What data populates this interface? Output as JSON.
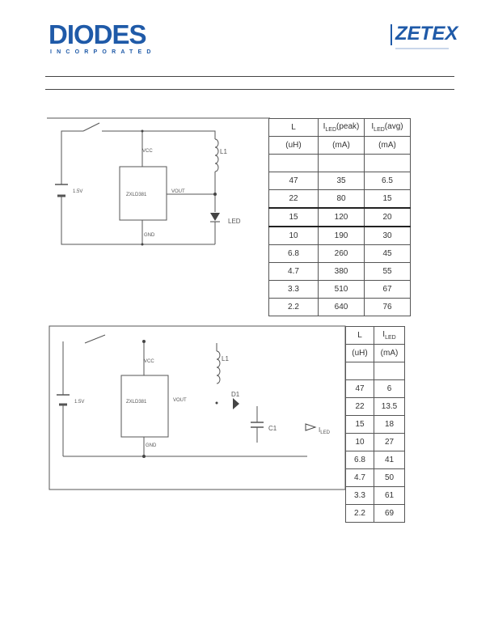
{
  "header": {
    "left_logo_text": "DIODES",
    "left_logo_sub": "INCORPORATED",
    "right_logo_text": "ZETEX"
  },
  "figure1": {
    "schematic": {
      "vcc": "VCC",
      "ic": "ZXLD381",
      "vout": "VOUT",
      "gnd": "GND",
      "battery": "1.5V",
      "inductor": "L1",
      "led": "LED"
    },
    "table": {
      "headers": [
        "L",
        "I",
        "I"
      ],
      "header_subs": [
        "",
        "LED",
        "LED"
      ],
      "header_suffix": [
        "",
        "(peak)",
        "(avg)"
      ],
      "units": [
        "(uH)",
        "(mA)",
        "(mA)"
      ],
      "rows": [
        [
          "47",
          "35",
          "6.5"
        ],
        [
          "22",
          "80",
          "15"
        ],
        [
          "15",
          "120",
          "20"
        ],
        [
          "10",
          "190",
          "30"
        ],
        [
          "6.8",
          "260",
          "45"
        ],
        [
          "4.7",
          "380",
          "55"
        ],
        [
          "3.3",
          "510",
          "67"
        ],
        [
          "2.2",
          "640",
          "76"
        ]
      ]
    }
  },
  "figure2": {
    "schematic": {
      "vcc": "VCC",
      "ic": "ZXLD381",
      "vout": "VOUT",
      "gnd": "GND",
      "battery": "1.5V",
      "inductor": "L1",
      "diode": "D1",
      "capacitor": "C1",
      "led": "I",
      "led_sub": "LED"
    },
    "table": {
      "headers": [
        "L",
        "I"
      ],
      "header_subs": [
        "",
        "LED"
      ],
      "units": [
        "(uH)",
        "(mA)"
      ],
      "rows": [
        [
          "47",
          "6"
        ],
        [
          "22",
          "13.5"
        ],
        [
          "15",
          "18"
        ],
        [
          "10",
          "27"
        ],
        [
          "6.8",
          "41"
        ],
        [
          "4.7",
          "50"
        ],
        [
          "3.3",
          "61"
        ],
        [
          "2.2",
          "69"
        ]
      ]
    }
  },
  "colors": {
    "brand_blue": "#1f5aa8"
  }
}
